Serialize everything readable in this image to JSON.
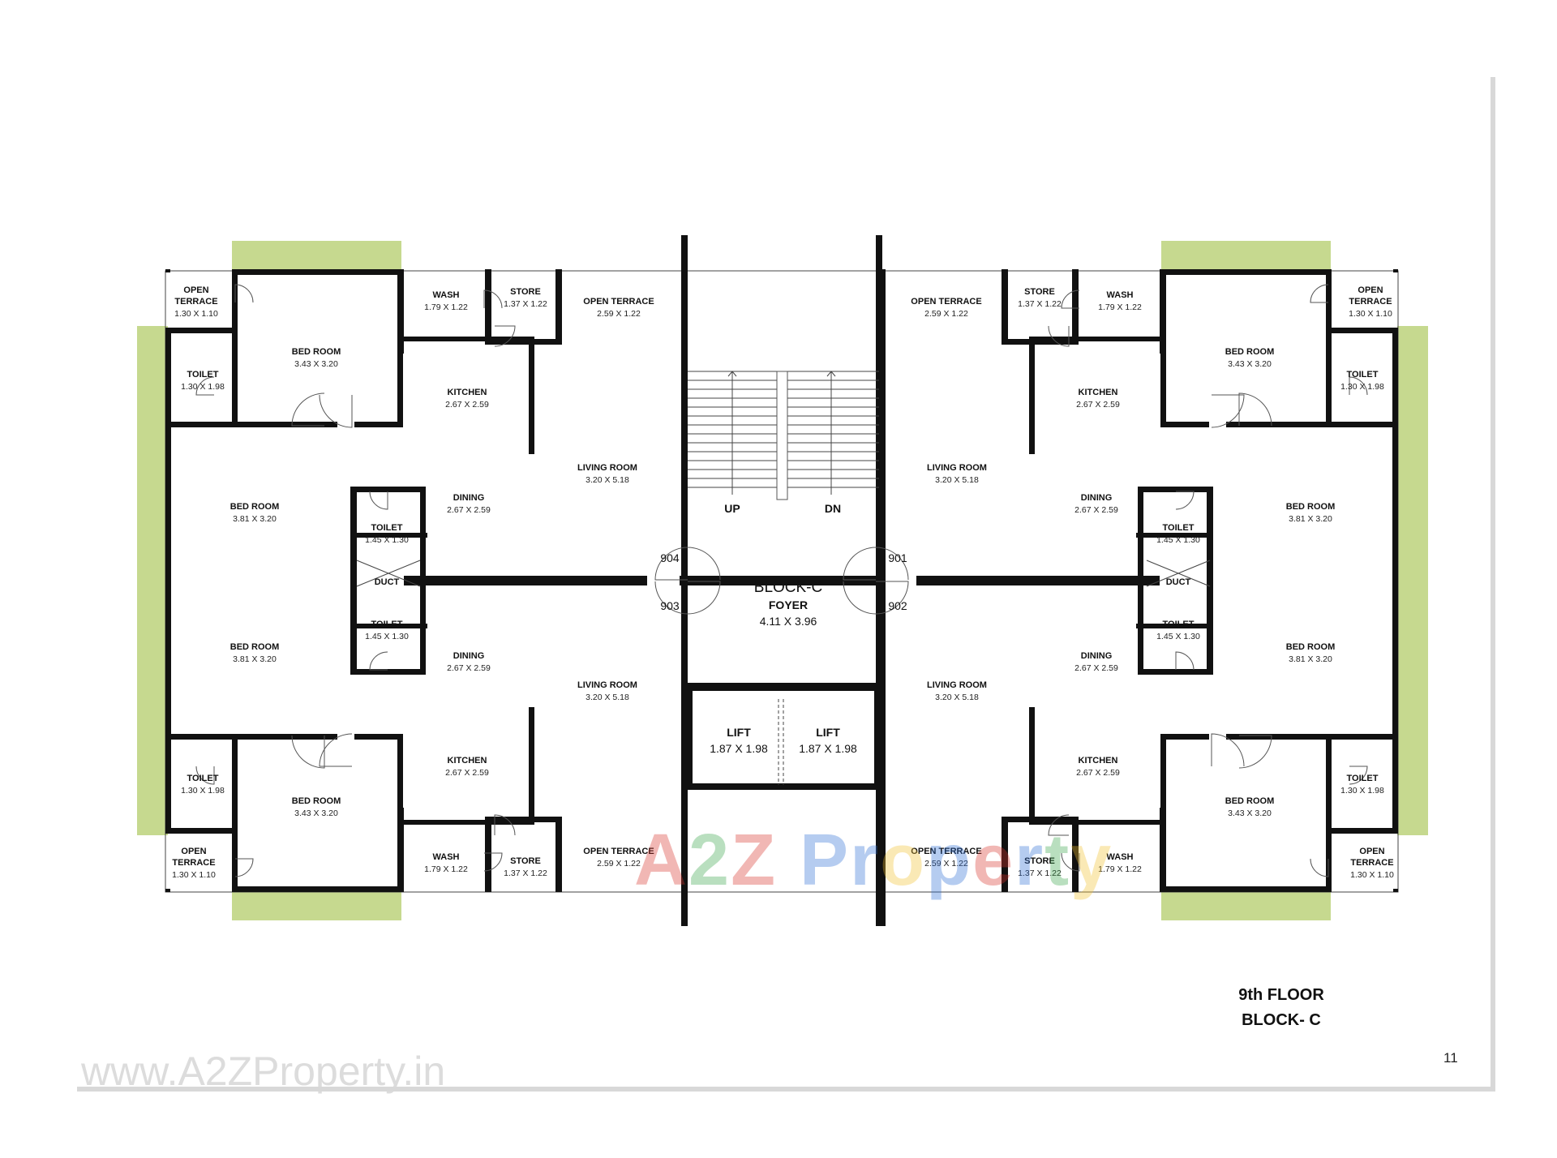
{
  "sheet": {
    "floor": "9th FLOOR",
    "block": "BLOCK- C",
    "page_number": "11",
    "website_watermark": "www.A2ZProperty.in",
    "brand_watermark": {
      "a": "A",
      "two": "2",
      "z": "Z",
      "p1": "P",
      "r": "r",
      "o": "o",
      "p2": "p",
      "e": "e",
      "r2": "r",
      "t": "t",
      "y": "y"
    }
  },
  "colors": {
    "walls": "#111111",
    "balcony": "#c6d98f",
    "brand_red": "#d9332b",
    "brand_blue": "#2f6fd6",
    "brand_yellow": "#f2c12e",
    "brand_green": "#3aa64a"
  },
  "core": {
    "block": "BLOCK-C",
    "foyer": "FOYER",
    "foyer_dim": "4.11 X 3.96",
    "stair_up": "UP",
    "stair_down": "DN",
    "lift_left": {
      "label": "LIFT",
      "dim": "1.87 X 1.98"
    },
    "lift_right": {
      "label": "LIFT",
      "dim": "1.87 X 1.98"
    }
  },
  "units": {
    "u904": "904",
    "u903": "903",
    "u901": "901",
    "u902": "902"
  },
  "flats": {
    "f904": {
      "open_terrace_small": {
        "label": [
          "OPEN",
          "TERRACE"
        ],
        "dim": "1.30 X 1.10"
      },
      "bed_room_corner": {
        "label": "BED ROOM",
        "dim": "3.43 X 3.20"
      },
      "wash": {
        "label": "WASH",
        "dim": "1.79 X 1.22"
      },
      "store": {
        "label": "STORE",
        "dim": "1.37 X 1.22"
      },
      "open_terrace": {
        "label": "OPEN TERRACE",
        "dim": "2.59 X 1.22"
      },
      "toilet_corner": {
        "label": "TOILET",
        "dim": "1.30 X 1.98"
      },
      "kitchen": {
        "label": "KITCHEN",
        "dim": "2.67 X 2.59"
      },
      "living_room": {
        "label": "LIVING ROOM",
        "dim": "3.20 X 5.18"
      },
      "bed_room": {
        "label": "BED ROOM",
        "dim": "3.81 X 3.20"
      },
      "dining": {
        "label": "DINING",
        "dim": "2.67 X 2.59"
      },
      "toilet": {
        "label": "TOILET",
        "dim": "1.45 X 1.30"
      },
      "duct": "DUCT"
    },
    "f903": {
      "bed_room": {
        "label": "BED ROOM",
        "dim": "3.81 X 3.20"
      },
      "toilet": {
        "label": "TOILET",
        "dim": "1.45 X 1.30"
      },
      "dining": {
        "label": "DINING",
        "dim": "2.67 X 2.59"
      },
      "living_room": {
        "label": "LIVING ROOM",
        "dim": "3.20 X 5.18"
      },
      "toilet_corner": {
        "label": "TOILET",
        "dim": "1.30 X 1.98"
      },
      "bed_room_corner": {
        "label": "BED ROOM",
        "dim": "3.43 X 3.20"
      },
      "kitchen": {
        "label": "KITCHEN",
        "dim": "2.67 X 2.59"
      },
      "open_terrace_small": {
        "label": [
          "OPEN",
          "TERRACE"
        ],
        "dim": "1.30 X 1.10"
      },
      "wash": {
        "label": "WASH",
        "dim": "1.79 X 1.22"
      },
      "store": {
        "label": "STORE",
        "dim": "1.37 X 1.22"
      },
      "open_terrace": {
        "label": "OPEN TERRACE",
        "dim": "2.59 X 1.22"
      }
    },
    "f901": {
      "open_terrace": {
        "label": "OPEN TERRACE",
        "dim": "2.59 X 1.22"
      },
      "store": {
        "label": "STORE",
        "dim": "1.37 X 1.22"
      },
      "wash": {
        "label": "WASH",
        "dim": "1.79 X 1.22"
      },
      "bed_room_corner": {
        "label": "BED ROOM",
        "dim": "3.43 X 3.20"
      },
      "open_terrace_small": {
        "label": [
          "OPEN",
          "TERRACE"
        ],
        "dim": "1.30 X 1.10"
      },
      "toilet_corner": {
        "label": "TOILET",
        "dim": "1.30 X 1.98"
      },
      "kitchen": {
        "label": "KITCHEN",
        "dim": "2.67 X 2.59"
      },
      "living_room": {
        "label": "LIVING ROOM",
        "dim": "3.20 X 5.18"
      },
      "dining": {
        "label": "DINING",
        "dim": "2.67 X 2.59"
      },
      "toilet": {
        "label": "TOILET",
        "dim": "1.45 X 1.30"
      },
      "bed_room": {
        "label": "BED ROOM",
        "dim": "3.81 X 3.20"
      },
      "duct": "DUCT"
    },
    "f902": {
      "toilet": {
        "label": "TOILET",
        "dim": "1.45 X 1.30"
      },
      "bed_room": {
        "label": "BED ROOM",
        "dim": "3.81 X 3.20"
      },
      "dining": {
        "label": "DINING",
        "dim": "2.67 X 2.59"
      },
      "living_room": {
        "label": "LIVING ROOM",
        "dim": "3.20 X 5.18"
      },
      "kitchen": {
        "label": "KITCHEN",
        "dim": "2.67 X 2.59"
      },
      "bed_room_corner": {
        "label": "BED ROOM",
        "dim": "3.43 X 3.20"
      },
      "toilet_corner": {
        "label": "TOILET",
        "dim": "1.30 X 1.98"
      },
      "open_terrace": {
        "label": "OPEN TERRACE",
        "dim": "2.59 X 1.22"
      },
      "store": {
        "label": "STORE",
        "dim": "1.37 X 1.22"
      },
      "wash": {
        "label": "WASH",
        "dim": "1.79 X 1.22"
      },
      "open_terrace_small": {
        "label": [
          "OPEN",
          "TERRACE"
        ],
        "dim": "1.30 X 1.10"
      }
    }
  }
}
